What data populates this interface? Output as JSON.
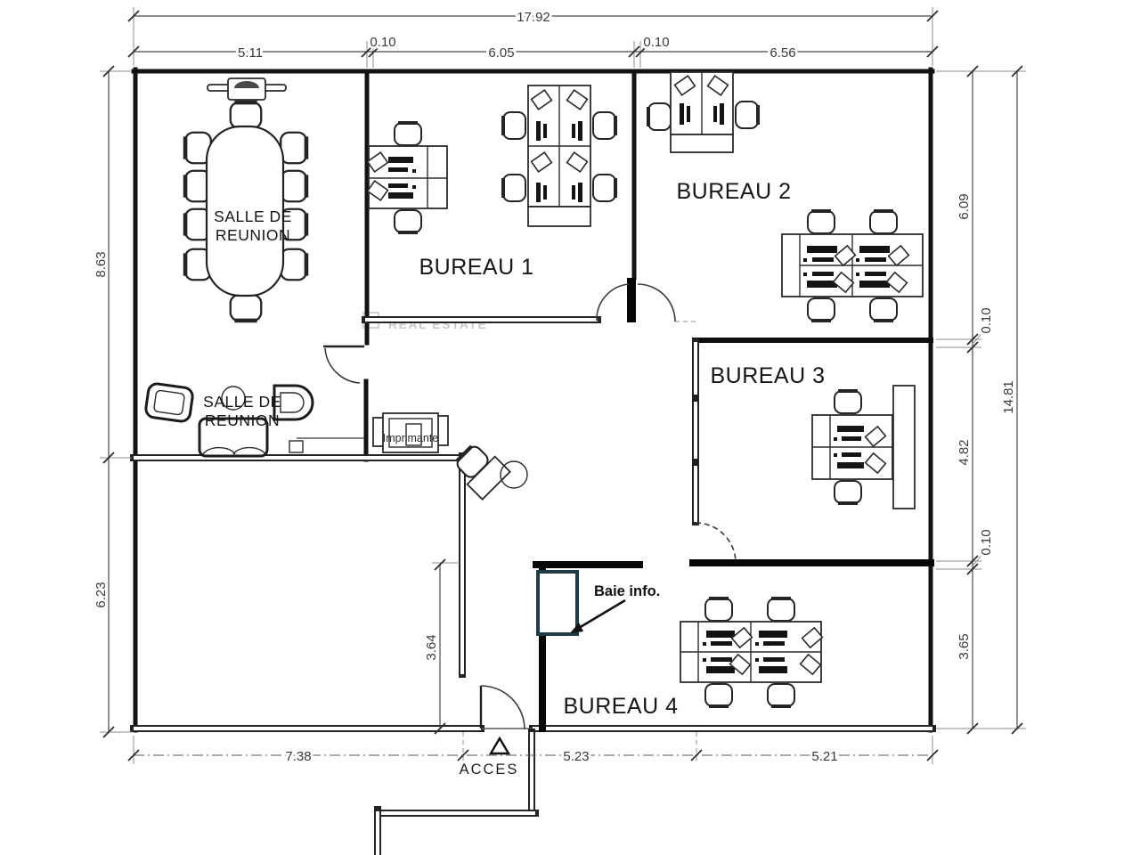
{
  "plan": {
    "rooms": {
      "meeting_room": {
        "line1": "SALLE DE",
        "line2": "REUNION"
      },
      "lounge": {
        "line1": "SALLE DE",
        "line2": "REUNION"
      },
      "bureau1": "BUREAU 1",
      "bureau2": "BUREAU 2",
      "bureau3": "BUREAU 3",
      "bureau4": "BUREAU 4"
    },
    "annotations": {
      "printer": "Imprimante",
      "server_bay": "Baie info.",
      "access": "ACCES",
      "watermark": "REAL ESTATE"
    },
    "dimensions": {
      "top_overall": "17.92",
      "top": [
        "5.11",
        "0.10",
        "6.05",
        "0.10",
        "6.56"
      ],
      "left": [
        "8.63",
        "6.23"
      ],
      "right": [
        "6.09",
        "0.10",
        "4.82",
        "0.10",
        "3.65"
      ],
      "right_overall": "14.81",
      "bottom": [
        "7.38",
        "5.23",
        "5.21"
      ],
      "interior_corridor": "3.64"
    },
    "colors": {
      "wall": "#121212",
      "server_bay_outline": "#1d3a46"
    }
  }
}
